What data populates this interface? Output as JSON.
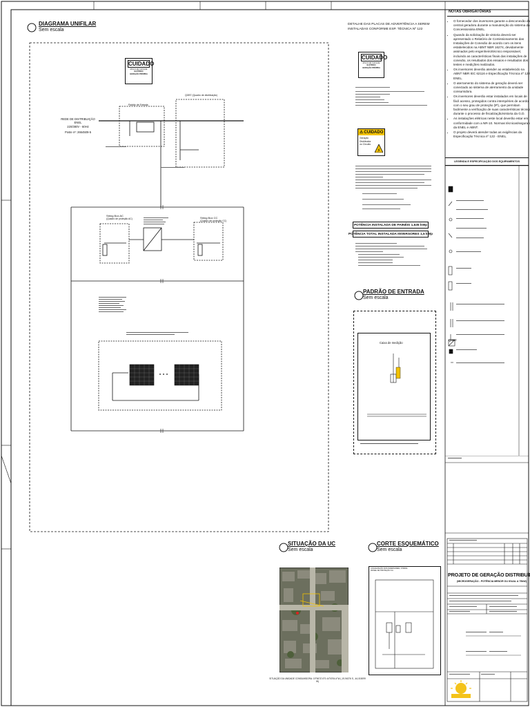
{
  "unifilar": {
    "title": "DIAGRAMA UNIFILAR",
    "scale": "Sem escala",
    "rede": [
      "REDE DE DISTRIBUIÇÃO",
      "ENEL",
      "220/380V - 60Hz"
    ],
    "poste": "Poste nº: 2664509-5",
    "padrao_label": "Padrão de Entrada",
    "qgbt_label": "QGBT (Quadro de distribuição)",
    "stringbox_ac": [
      "String Box AC",
      "(Quadro de proteção AC)"
    ],
    "stringbox_cc": [
      "String Box CC",
      "(Quadro de proteção CC)"
    ]
  },
  "placas": {
    "title": [
      "DETALHE DAS PLACAS DE ADVERTÊNCIA A SEREM",
      "INSTALADAS CONFORME ESP. TÉCNICA Nº 122"
    ],
    "cuidado": "CUIDADO",
    "cuidado_lines": [
      "RISCO DE CHOQUE",
      "ELÉTRICO",
      "GERAÇÃO PRÓPRIA"
    ],
    "warn_lines": [
      "Geração",
      "Distribuída",
      "no Circuito"
    ]
  },
  "potencia": {
    "paineis": "POTÊNCIA INSTALADA DE PAINÉIS 1,635 kWp",
    "inversores": "POTÊNCIA TOTAL INSTALADA INVERSORES 1,5 kWp"
  },
  "padrao": {
    "title": "PADRÃO DE ENTRADA",
    "scale": "Sem escala",
    "caixa": "Caixa de medição"
  },
  "notas": {
    "title": "NOTAS OBRIGATÓRIAS",
    "items": [
      "O fornecedor dos inversores garante a desconexão da central geradora durante a manutenção do sistema da Concessionária ENEL.",
      "Quando da solicitação de vistoria deverá ser apresentado o Relatório de Comissionamento das Instalações de Conexão de acordo com os itens estabelecidos na ABNT NBR 16274, devidamente assinados pelo engenheiro/técnico responsável, incluindo as características finais das instalações de conexão, os resultados dos ensaios e resultados dos testes e medições realizados.",
      "Os inversores deverão atender ao estabelecido na ABNT NBR IEC 62116 e Especificação Técnica nº 122 - ENEL.",
      "O aterramento do sistema de geração deverá ser conectado ao sistema de aterramento da unidade consumidora.",
      "Os inversores deverão estar instalados em locais de fácil acesso, protegidos contra intempéries de acordo com o seu grau de proteção (IP), que permitam facilmente a verificação de suas características técnicas durante o processo de fiscalização/vistoria da G.D.",
      "As instalações elétricas neste local deverão estar em conformidade com a NR-10. Normas técnicas/segurança da ENEL e ABNT.",
      "O projeto deverá atender todas as exigências da Especificação Técnica nº 122 - ENEL."
    ]
  },
  "legenda": {
    "title": "LEGENDA E ESPECIFICAÇÃO DOS EQUIPAMENTOS",
    "qgbt": "QGBT"
  },
  "situacao": {
    "title": "SITUAÇÃO DA UC",
    "scale": "Sem escala",
    "caption": "SITUAÇÃO DA UNIDADE CONSUMIDORA: 19°56'37.6\"S 44°00'54.4\"W (-19,94376 S, -44,015099 W)"
  },
  "corte": {
    "title": "CORTE ESQUEMÁTICO",
    "scale": "Sem escala",
    "note": [
      "LOCALIZAÇÃO DOS INVERSORES, STRING",
      "PAINEL DE PROTEÇÃO CA"
    ]
  },
  "carimbo": {
    "projeto": "PROJETO DE GERAÇÃO DISTRIBUÍDA (GD)",
    "sub": "(MICROGERAÇÃO - POTÊNCIA MENOR OU IGUAL A 75kW)"
  },
  "colors": {
    "line": "#111111",
    "warn_yellow": "#f2c200",
    "logo_yellow": "#f4c31a"
  }
}
